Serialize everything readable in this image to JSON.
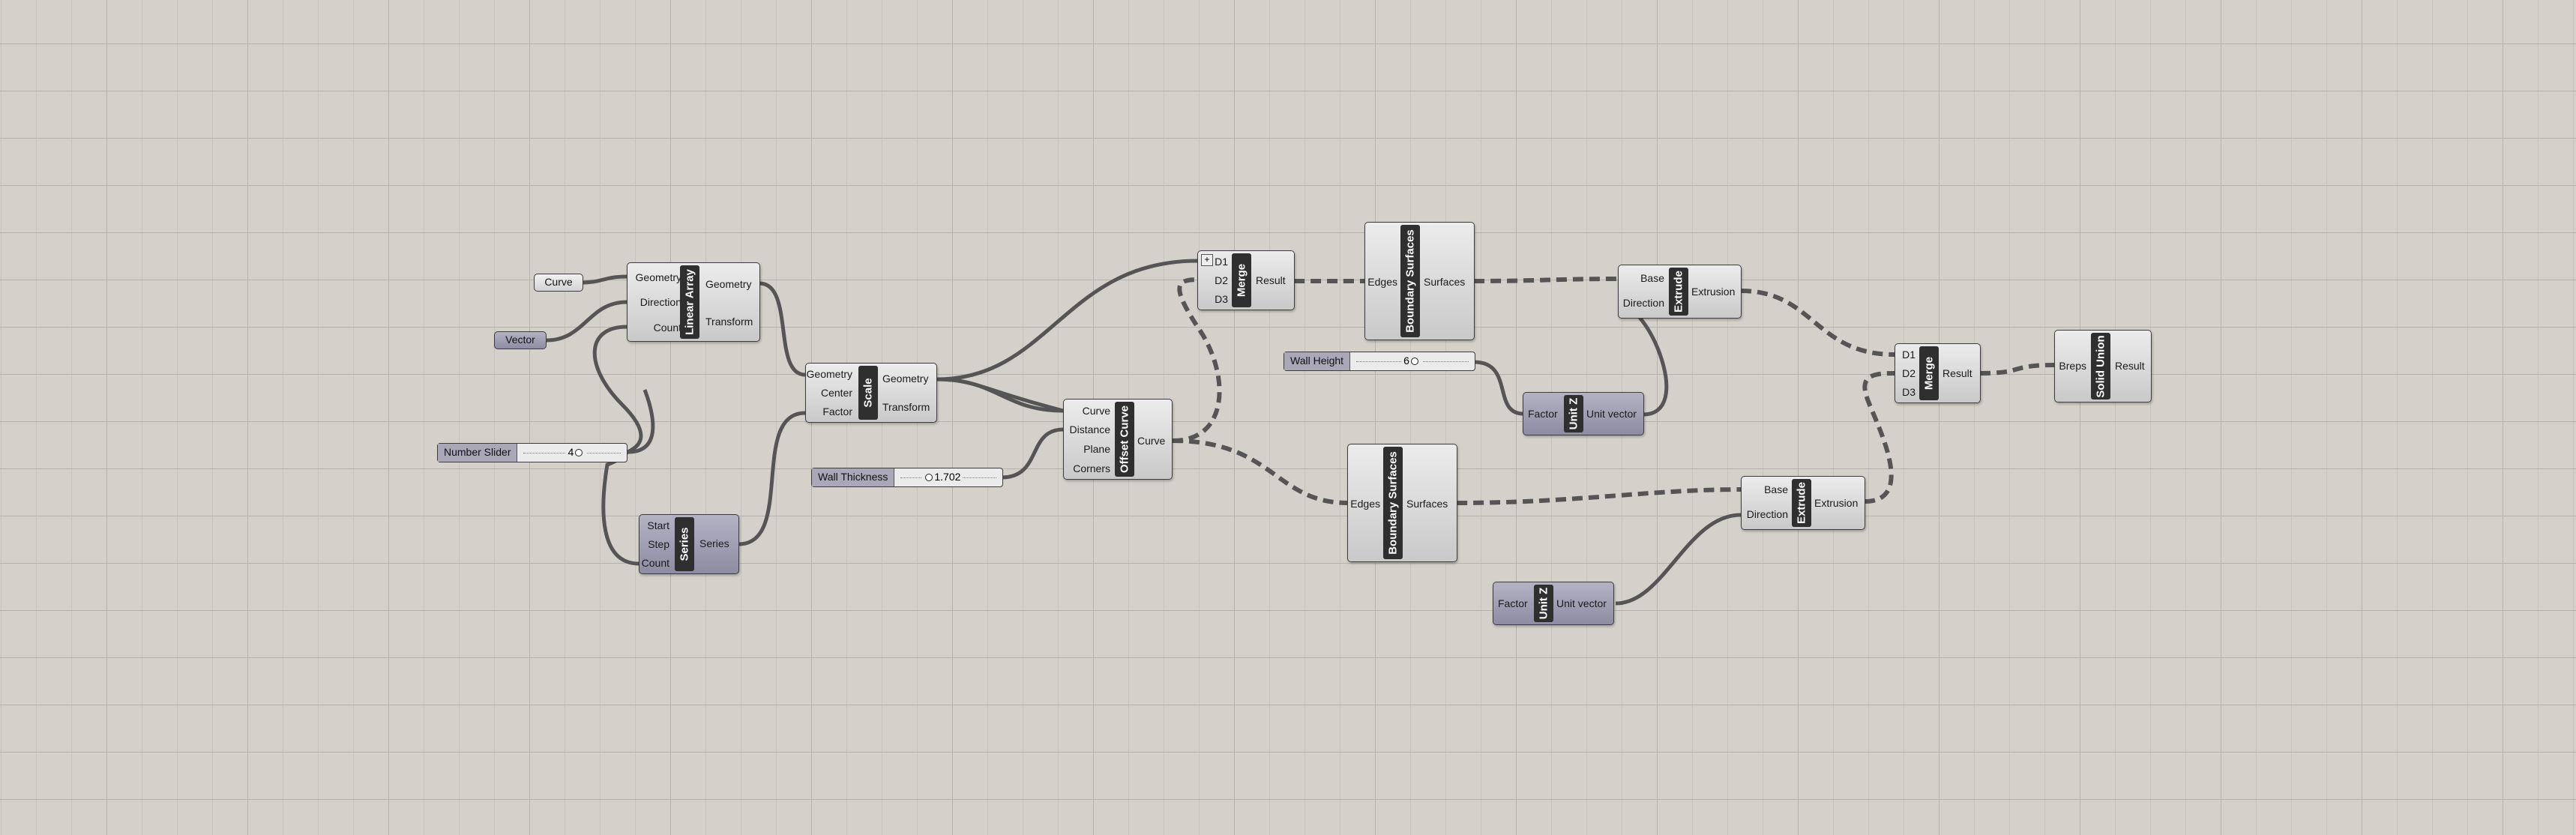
{
  "params": {
    "curve": "Curve",
    "vector": "Vector",
    "unit_z_1_factor": "Factor",
    "unit_z_1_output": "Unit vector",
    "unit_z_2_factor": "Factor",
    "unit_z_2_output": "Unit vector"
  },
  "sliders": {
    "number_slider": {
      "label": "Number Slider",
      "value": "4"
    },
    "wall_thickness": {
      "label": "Wall Thickness",
      "value": "1.702"
    },
    "wall_height": {
      "label": "Wall Height",
      "value": "6"
    }
  },
  "components": {
    "linear_array": {
      "name": "Linear Array",
      "inputs": [
        "Geometry",
        "Direction",
        "Count"
      ],
      "outputs": [
        "Geometry",
        "Transform"
      ]
    },
    "series": {
      "name": "Series",
      "inputs": [
        "Start",
        "Step",
        "Count"
      ],
      "outputs": [
        "Series"
      ]
    },
    "scale": {
      "name": "Scale",
      "inputs": [
        "Geometry",
        "Center",
        "Factor"
      ],
      "outputs": [
        "Geometry",
        "Transform"
      ]
    },
    "offset_curve": {
      "name": "Offset Curve",
      "inputs": [
        "Curve",
        "Distance",
        "Plane",
        "Corners"
      ],
      "outputs": [
        "Curve"
      ]
    },
    "merge_1": {
      "name": "Merge",
      "inputs": [
        "D1",
        "D2",
        "D3"
      ],
      "outputs": [
        "Result"
      ]
    },
    "boundary_1": {
      "name": "Boundary Surfaces",
      "inputs": [
        "Edges"
      ],
      "outputs": [
        "Surfaces"
      ]
    },
    "boundary_2": {
      "name": "Boundary Surfaces",
      "inputs": [
        "Edges"
      ],
      "outputs": [
        "Surfaces"
      ]
    },
    "extrude_1": {
      "name": "Extrude",
      "inputs": [
        "Base",
        "Direction"
      ],
      "outputs": [
        "Extrusion"
      ]
    },
    "extrude_2": {
      "name": "Extrude",
      "inputs": [
        "Base",
        "Direction"
      ],
      "outputs": [
        "Extrusion"
      ]
    },
    "unit_z_1": {
      "name": "Unit Z"
    },
    "unit_z_2": {
      "name": "Unit Z"
    },
    "merge_2": {
      "name": "Merge",
      "inputs": [
        "D1",
        "D2",
        "D3"
      ],
      "outputs": [
        "Result"
      ]
    },
    "solid_union": {
      "name": "Solid Union",
      "inputs": [
        "Breps"
      ],
      "outputs": [
        "Result"
      ]
    }
  },
  "merge_1_icon": "plus-icon"
}
